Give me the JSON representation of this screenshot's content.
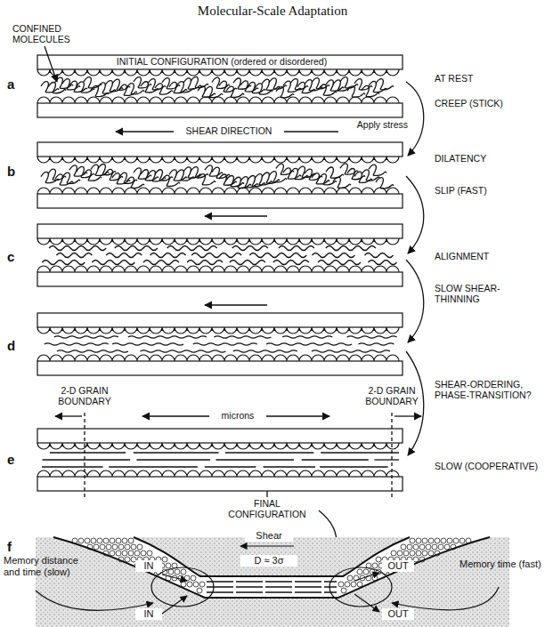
{
  "diagram": {
    "title": "Molecular-Scale Adaptation",
    "labels": [
      "a",
      "CONFINED MOLECULES",
      "INITIAL CONFIGURATION (ordered or disordered)",
      "AT REST",
      "Apply stress",
      "CREEP (STICK)",
      "SHEAR DIRECTION",
      "b",
      "DILATENCY",
      "SLIP (FAST)",
      "c",
      "ALIGNMENT",
      "SLOW SHEAR-THINNING",
      "d",
      "2-D GRAIN BOUNDARY",
      "microns",
      "2-D GRAIN BOUNDARY",
      "SHEAR-ORDERING, PHASE-TRANSITION?",
      "e",
      "SLOW (COOPERATIVE)",
      "FINAL CONFIGURATION",
      "f",
      "Shear",
      "Memory distance and time (slow)",
      "IN",
      "IN",
      "D ≈ 3σ",
      "OUT",
      "OUT",
      "Memory time (fast)"
    ]
  }
}
